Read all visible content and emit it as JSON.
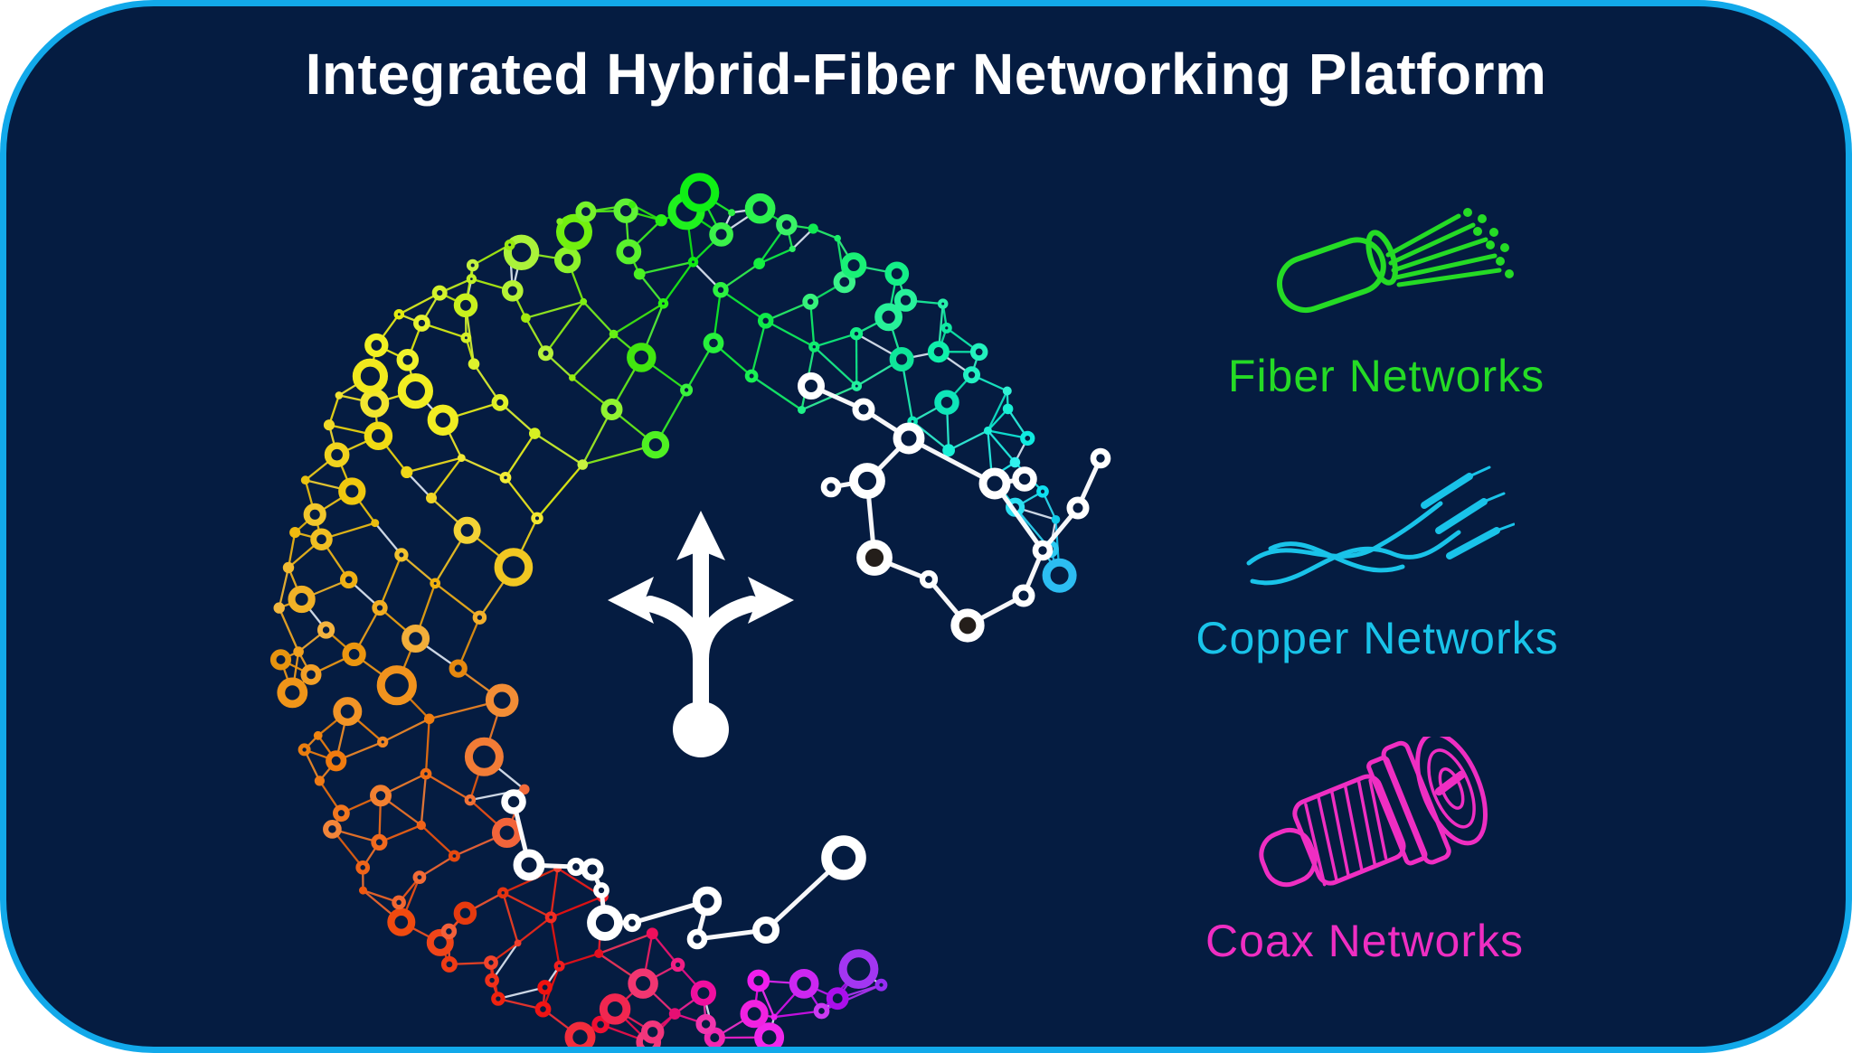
{
  "title": "Integrated Hybrid-Fiber Networking Platform",
  "colors": {
    "card_background": "#051C41",
    "border_blue": "#12A9EA",
    "title_white": "#FFFFFF",
    "fiber_green": "#25DB25",
    "copper_cyan": "#19C3E9",
    "coax_magenta": "#EF2EC2",
    "arrow_white": "#FFFFFF"
  },
  "legend": [
    {
      "label": "Fiber Networks",
      "color": "#25DB25",
      "icon": "fiber-cable-icon"
    },
    {
      "label": "Copper Networks",
      "color": "#19C3E9",
      "icon": "copper-wires-icon"
    },
    {
      "label": "Coax Networks",
      "color": "#EF2EC2",
      "icon": "coax-connector-icon"
    }
  ],
  "illustration": {
    "globe": "rainbow-network-globe",
    "center_icon": "three-way-branch-arrow"
  }
}
